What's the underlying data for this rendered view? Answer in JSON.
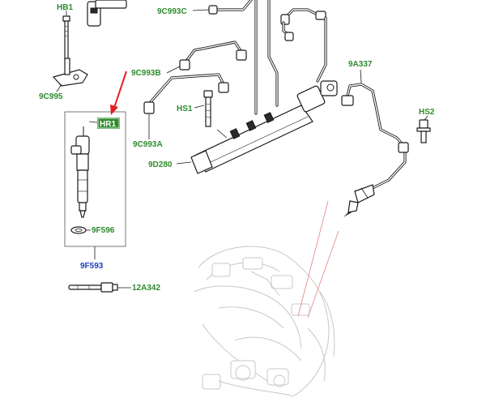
{
  "labels": {
    "hb1": "HB1",
    "c9c995": "9C995",
    "hr1": "HR1",
    "f9f596": "9F596",
    "f9f593": "9F593",
    "a12a342": "12A342",
    "c9c993c": "9C993C",
    "c9c993b": "9C993B",
    "hs1": "HS1",
    "c9c993a": "9C993A",
    "d9d280": "9D280",
    "a9a337": "9A337",
    "hs2": "HS2"
  },
  "colors": {
    "label_green": "#2e8b2e",
    "label_blue": "#1f3fbf",
    "highlight_fill": "#2e8b2e",
    "arrow_red": "#e02020"
  }
}
